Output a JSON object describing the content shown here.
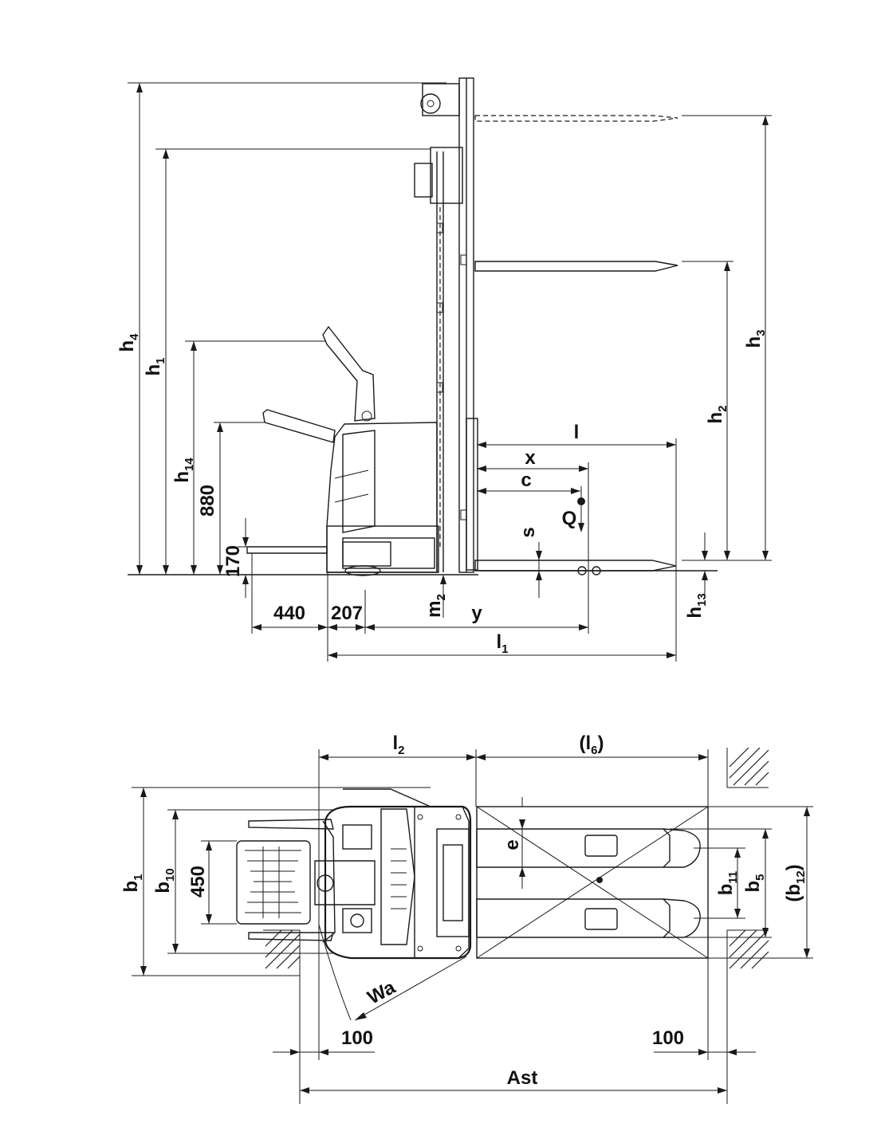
{
  "side_view": {
    "labels": {
      "h4": {
        "main": "h",
        "sub": "4"
      },
      "h1": {
        "main": "h",
        "sub": "1"
      },
      "h14": {
        "main": "h",
        "sub": "14"
      },
      "d880": "880",
      "d170": "170",
      "d440": "440",
      "d207": "207",
      "m2": {
        "main": "m",
        "sub": "2"
      },
      "y": "y",
      "l1": {
        "main": "l",
        "sub": "1"
      },
      "l": "l",
      "x": "x",
      "c": "c",
      "Q": "Q",
      "s": "s",
      "h2": {
        "main": "h",
        "sub": "2"
      },
      "h3": {
        "main": "h",
        "sub": "3"
      },
      "h13": {
        "main": "h",
        "sub": "13"
      }
    }
  },
  "top_view": {
    "labels": {
      "l2": {
        "main": "l",
        "sub": "2"
      },
      "l6": {
        "main": "(l",
        "sub": "6",
        "close": ")"
      },
      "b1": {
        "main": "b",
        "sub": "1"
      },
      "b10": {
        "main": "b",
        "sub": "10"
      },
      "d450": "450",
      "e": "e",
      "b11": {
        "main": "b",
        "sub": "11"
      },
      "b5": {
        "main": "b",
        "sub": "5"
      },
      "b12": {
        "main": "(b",
        "sub": "12",
        "close": ")"
      },
      "Wa": "Wa",
      "d100_left": "100",
      "d100_right": "100",
      "Ast": "Ast"
    }
  }
}
